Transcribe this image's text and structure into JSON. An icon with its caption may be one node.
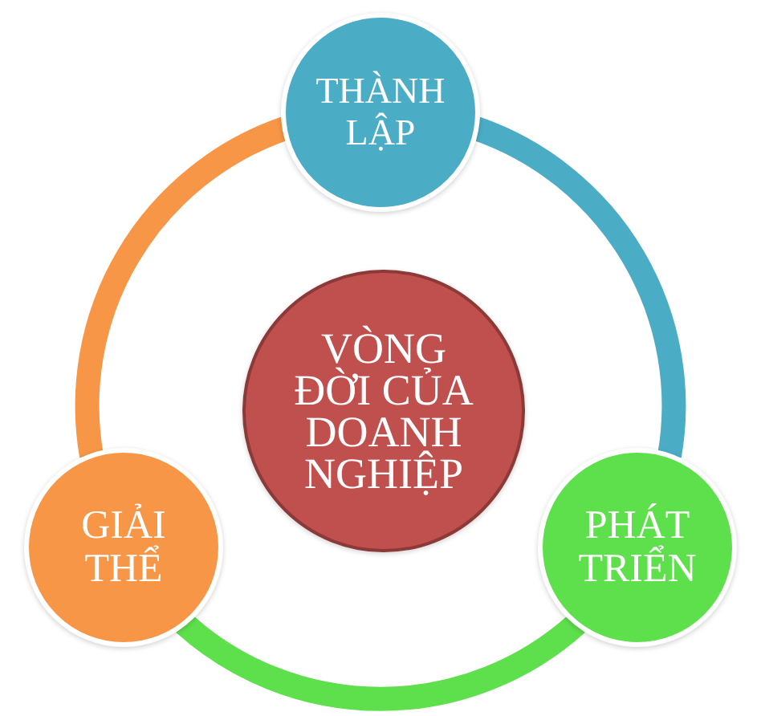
{
  "diagram": {
    "nodes": [
      {
        "text": [
          "THÀNH LẬP"
        ]
      },
      {
        "text": [
          "VÒNG ĐỜI CỦA DOANH NGHIỆP"
        ]
      },
      {
        "text": [
          "GIẢI THỂ"
        ]
      },
      {
        "text": [
          "PHÁT TRIỂN"
        ]
      }
    ],
    "edges": [
      {
        "from": 0,
        "to": 3,
        "arrow": "none",
        "color": "#4bacc6"
      },
      {
        "from": 3,
        "to": 2,
        "arrow": "none",
        "color": "#5ee04c"
      },
      {
        "from": 2,
        "to": 0,
        "arrow": "none",
        "color": "#f79646"
      }
    ]
  }
}
